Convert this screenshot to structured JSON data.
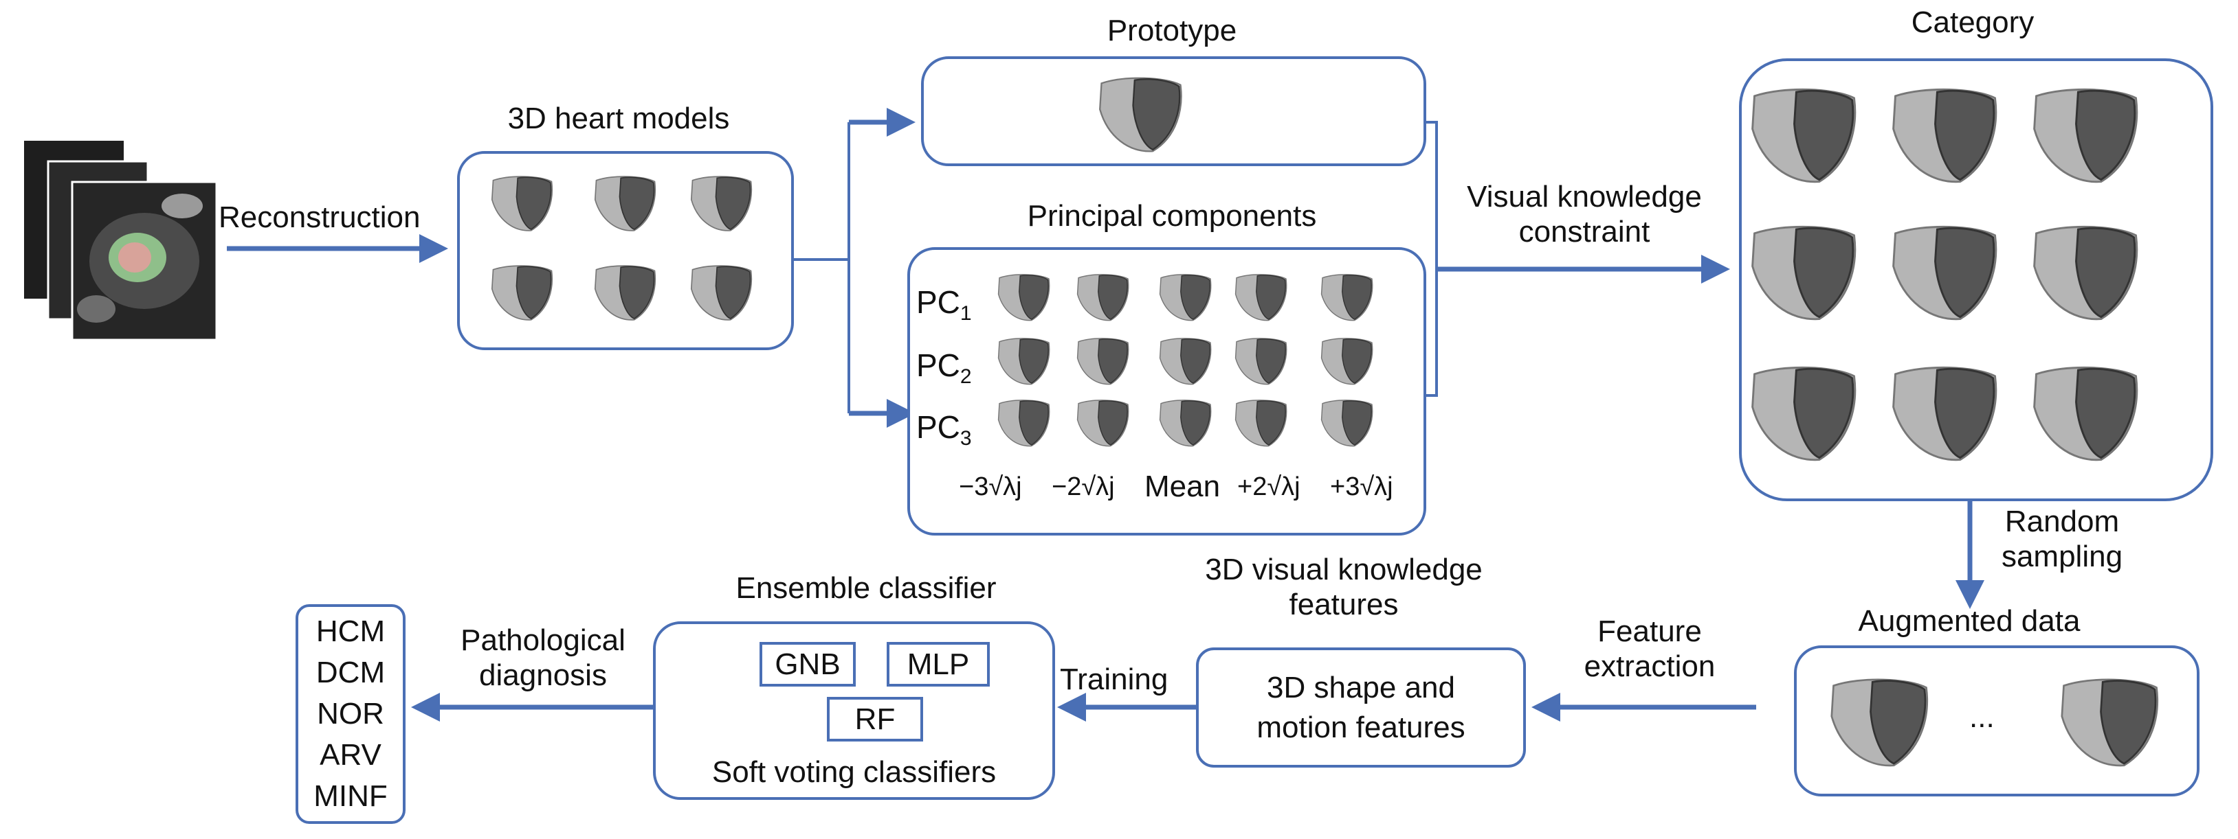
{
  "labels": {
    "reconstruction": "Reconstruction",
    "heart_models": "3D heart models",
    "prototype": "Prototype",
    "principal_components": "Principal components",
    "visual_knowledge_1": "Visual knowledge",
    "visual_knowledge_2": "constraint",
    "category": "Category",
    "random_sampling_1": "Random",
    "random_sampling_2": "sampling",
    "augmented_data": "Augmented data",
    "ellipsis": "...",
    "feature_extraction_1": "Feature",
    "feature_extraction_2": "extraction",
    "vk_features_1": "3D visual knowledge",
    "vk_features_2": "features",
    "shape_motion_1": "3D shape and",
    "shape_motion_2": "motion features",
    "training": "Training",
    "ensemble_classifier": "Ensemble classifier",
    "soft_voting": "Soft voting classifiers",
    "pathological_1": "Pathological",
    "pathological_2": "diagnosis"
  },
  "pca_rows": [
    {
      "base": "PC",
      "sub": "1"
    },
    {
      "base": "PC",
      "sub": "2"
    },
    {
      "base": "PC",
      "sub": "3"
    }
  ],
  "pca_coefficients": [
    "−3√λj",
    "−2√λj",
    "Mean",
    "+2√λj",
    "+3√λj"
  ],
  "classifiers": [
    "GNB",
    "MLP",
    "RF"
  ],
  "diagnoses": [
    "HCM",
    "DCM",
    "NOR",
    "ARV",
    "MINF"
  ],
  "colors": {
    "accent": "#4a6fb5",
    "heart_dark": "#555555",
    "heart_light": "#b5b5b5"
  }
}
